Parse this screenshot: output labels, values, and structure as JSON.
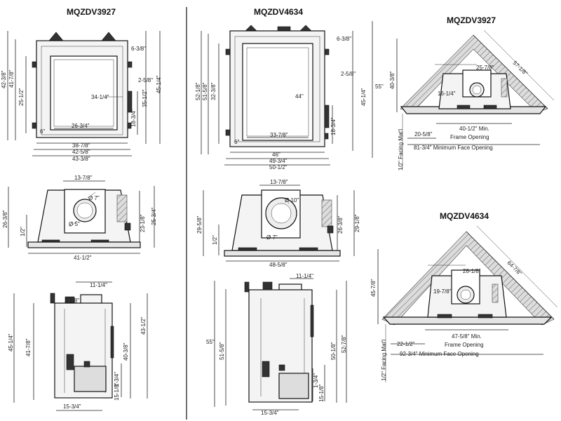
{
  "titles": {
    "front_small": "MQZDV3927",
    "front_large": "MQZDV4634",
    "corner_small": "MQZDV3927",
    "corner_large": "MQZDV4634"
  },
  "front_small": {
    "h_overall_left": "42-3/8\"",
    "h_inner_left": "41-7/8\"",
    "h_glass_left": "25-1/2\"",
    "top_offset": "6-3/8\"",
    "side_offset": "2-5/8\"",
    "glass_height": "34-1/4\"",
    "h_right1": "35-1/2\"",
    "h_right2": "45-1/4\"",
    "h_lower": "18-3/4\"",
    "glass_width": "26-3/4\"",
    "corner": "6\"",
    "w1": "38-7/8\"",
    "w2": "42-5/8\"",
    "w3": "43-3/8\""
  },
  "front_large": {
    "h_overall_left": "52-1/8\"",
    "h_inner_left": "51-5/8\"",
    "h_glass_left": "32-3/8\"",
    "top_offset": "6-3/8\"",
    "side_offset": "2-5/8\"",
    "glass_height": "44\"",
    "h_right1": "45-1/4\"",
    "h_right2": "55\"",
    "h_lower": "18-3/4\"",
    "glass_width": "33-7/8\"",
    "corner": "6\"",
    "w1": "46\"",
    "w2": "49-3/4\"",
    "w3": "50-1/2\""
  },
  "top_small": {
    "collar_width": "13-7/8\"",
    "vent_outer": "Ø 7\"",
    "vent_inner": "Ø 5\"",
    "depth_left": "26-3/8\"",
    "small_left": "1/2\"",
    "depth_right1": "23-1/8\"",
    "depth_right2": "25-3/4\"",
    "width": "41-1/2\""
  },
  "top_large": {
    "collar_width": "13-7/8\"",
    "vent_outer": "Ø 10\"",
    "vent_inner": "Ø 7\"",
    "depth_left": "29-5/8\"",
    "small_left": "1/2\"",
    "depth_right1": "26-3/8\"",
    "depth_right2": "29-1/8\"",
    "width": "48-5/8\""
  },
  "side_small": {
    "top_width": "11-1/4\"",
    "small_top": "2-1/8\"",
    "h_left1": "45-1/4\"",
    "h_left2": "41-7/8\"",
    "h_right1": "40-3/8\"",
    "h_right2": "43-1/2\"",
    "low1": "1-3/4\"",
    "low2": "15-1/8\"",
    "base_width": "15-3/4\""
  },
  "side_large": {
    "top_width": "11-1/4\"",
    "h_left1": "55\"",
    "h_left2": "51-5/8\"",
    "h_right1": "50-1/8\"",
    "h_right2": "52-7/8\"",
    "low1": "1-3/4\"",
    "low2": "15-1/8\"",
    "base_width": "15-3/4\""
  },
  "corner_small": {
    "diag": "57-1/8\"",
    "height": "40-3/8\"",
    "collar": "25-7/8\"",
    "offset": "16-1/4\"",
    "side": "20-5/8\"",
    "frame": "40-1/2\" Min.",
    "frame_label": "Frame Opening",
    "face": "81-3/4\" Minimum Face Opening",
    "facing": "1/2\" Facing Mat'l"
  },
  "corner_large": {
    "diag": "64-7/8\"",
    "height": "45-7/8\"",
    "collar": "28-1/8\"",
    "offset": "19-7/8\"",
    "side": "22-1/2\"",
    "frame": "47-5/8\" Min.",
    "frame_label": "Frame Opening",
    "face": "92-3/4\" Minimum Face Opening",
    "facing": "1/2\" Facing Mat'l"
  }
}
